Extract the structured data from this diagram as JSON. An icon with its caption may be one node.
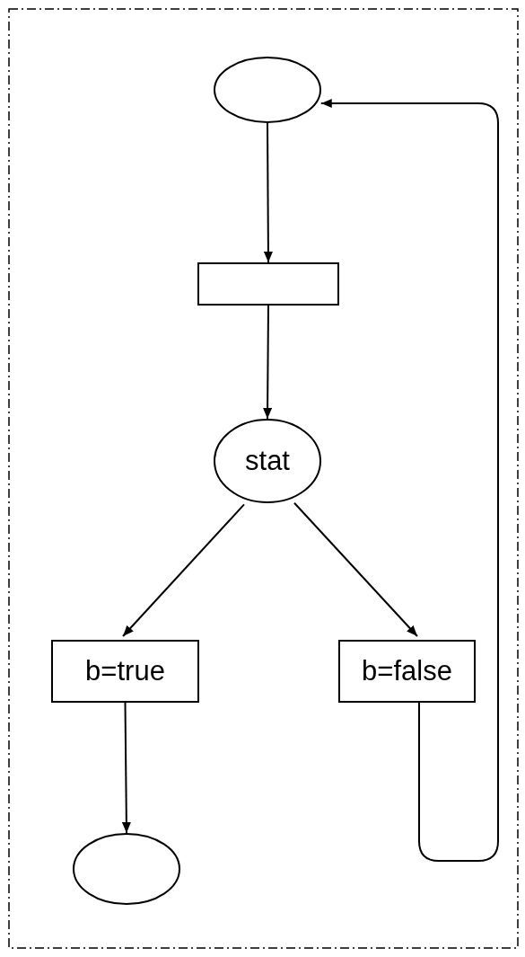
{
  "diagram": {
    "nodes": [
      {
        "text": [],
        "shape": "circle"
      },
      {
        "text": [],
        "shape": "box"
      },
      {
        "text": [
          "stat"
        ]
      },
      {
        "text": [
          "b=true"
        ]
      },
      {
        "text": [
          "b=false"
        ]
      },
      {
        "text": [],
        "shape": "circle"
      }
    ],
    "edges": [
      {
        "from": 0,
        "to": 1,
        "arrow": "to"
      },
      {
        "from": 1,
        "to": 2,
        "arrow": "to"
      },
      {
        "from": 2,
        "to": 3,
        "arrow": "to"
      },
      {
        "from": 2,
        "to": 4,
        "arrow": "to"
      },
      {
        "from": 3,
        "to": 5,
        "arrow": "to"
      },
      {
        "from": 4,
        "to": 0,
        "arrow": "to"
      }
    ]
  }
}
